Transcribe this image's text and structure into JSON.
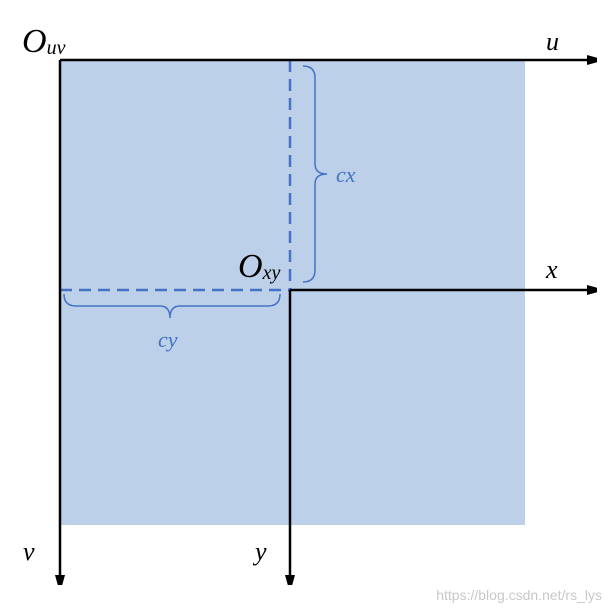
{
  "labels": {
    "origin_uv_main": "O",
    "origin_uv_sub": "uv",
    "origin_xy_main": "O",
    "origin_xy_sub": "xy",
    "axis_u": "u",
    "axis_v": "v",
    "axis_x": "x",
    "axis_y": "y",
    "offset_cx": "cx",
    "offset_cy": "cy"
  },
  "watermark": "https://blog.csdn.net/rs_lys",
  "colors": {
    "image_fill": "#bcd0ea",
    "axis": "#000000",
    "dashed": "#4472c4",
    "brace": "#4472c4",
    "offset_text": "#4472c4",
    "watermark": "#c8c8c8"
  }
}
